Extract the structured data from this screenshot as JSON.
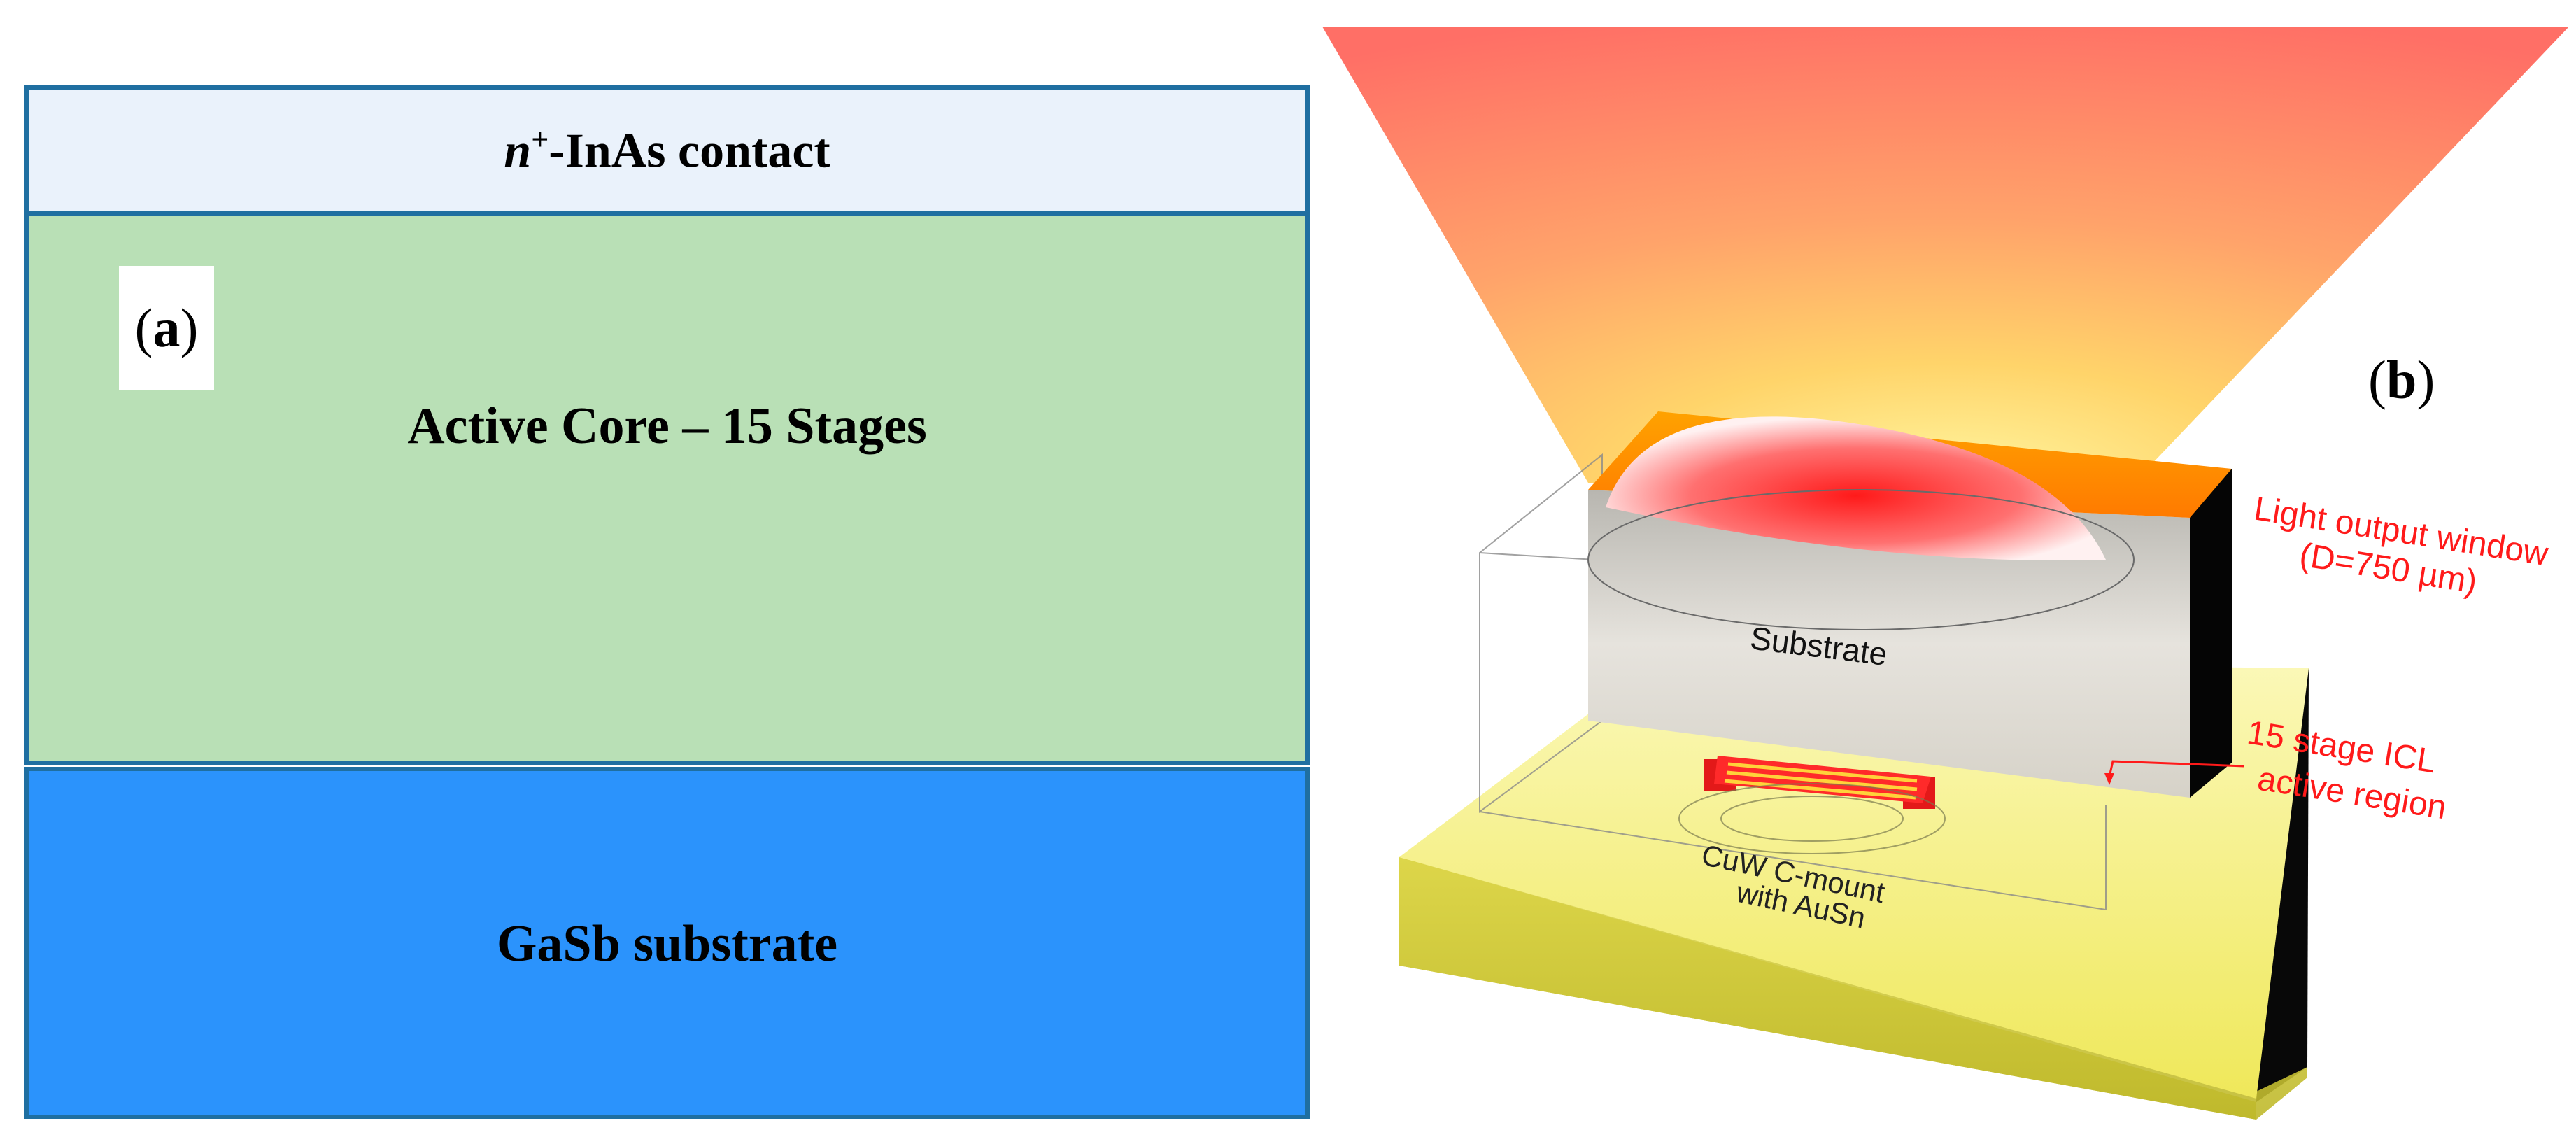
{
  "panel_a": {
    "label_open": "(",
    "label_letter": "a",
    "label_close": ")",
    "layers": {
      "contact": {
        "prefix_italic": "n",
        "superscript": "+",
        "text": "-InAs contact"
      },
      "core": {
        "text": "Active Core – 15 Stages"
      },
      "substrate": {
        "text": "GaSb substrate"
      }
    },
    "colors": {
      "border": "#1f6fa1",
      "contact": "#eaf2fb",
      "core": "#b9e0b6",
      "substrate": "#2b93fc"
    }
  },
  "panel_b": {
    "label_open": "(",
    "label_letter": "b",
    "label_close": ")",
    "annotations": {
      "window_line1": "Light output window",
      "window_line2": "(D=750 µm)",
      "substrate": "Substrate",
      "icl_line1": "15 stage ICL",
      "icl_line2": "active region",
      "mount_line1": "CuW C-mount",
      "mount_line2": "with AuSn"
    },
    "colors": {
      "annotation": "#ff1a1a",
      "mount": "#f3ef5a",
      "window": "#ff9a00",
      "beam": "#ff6a50"
    }
  }
}
